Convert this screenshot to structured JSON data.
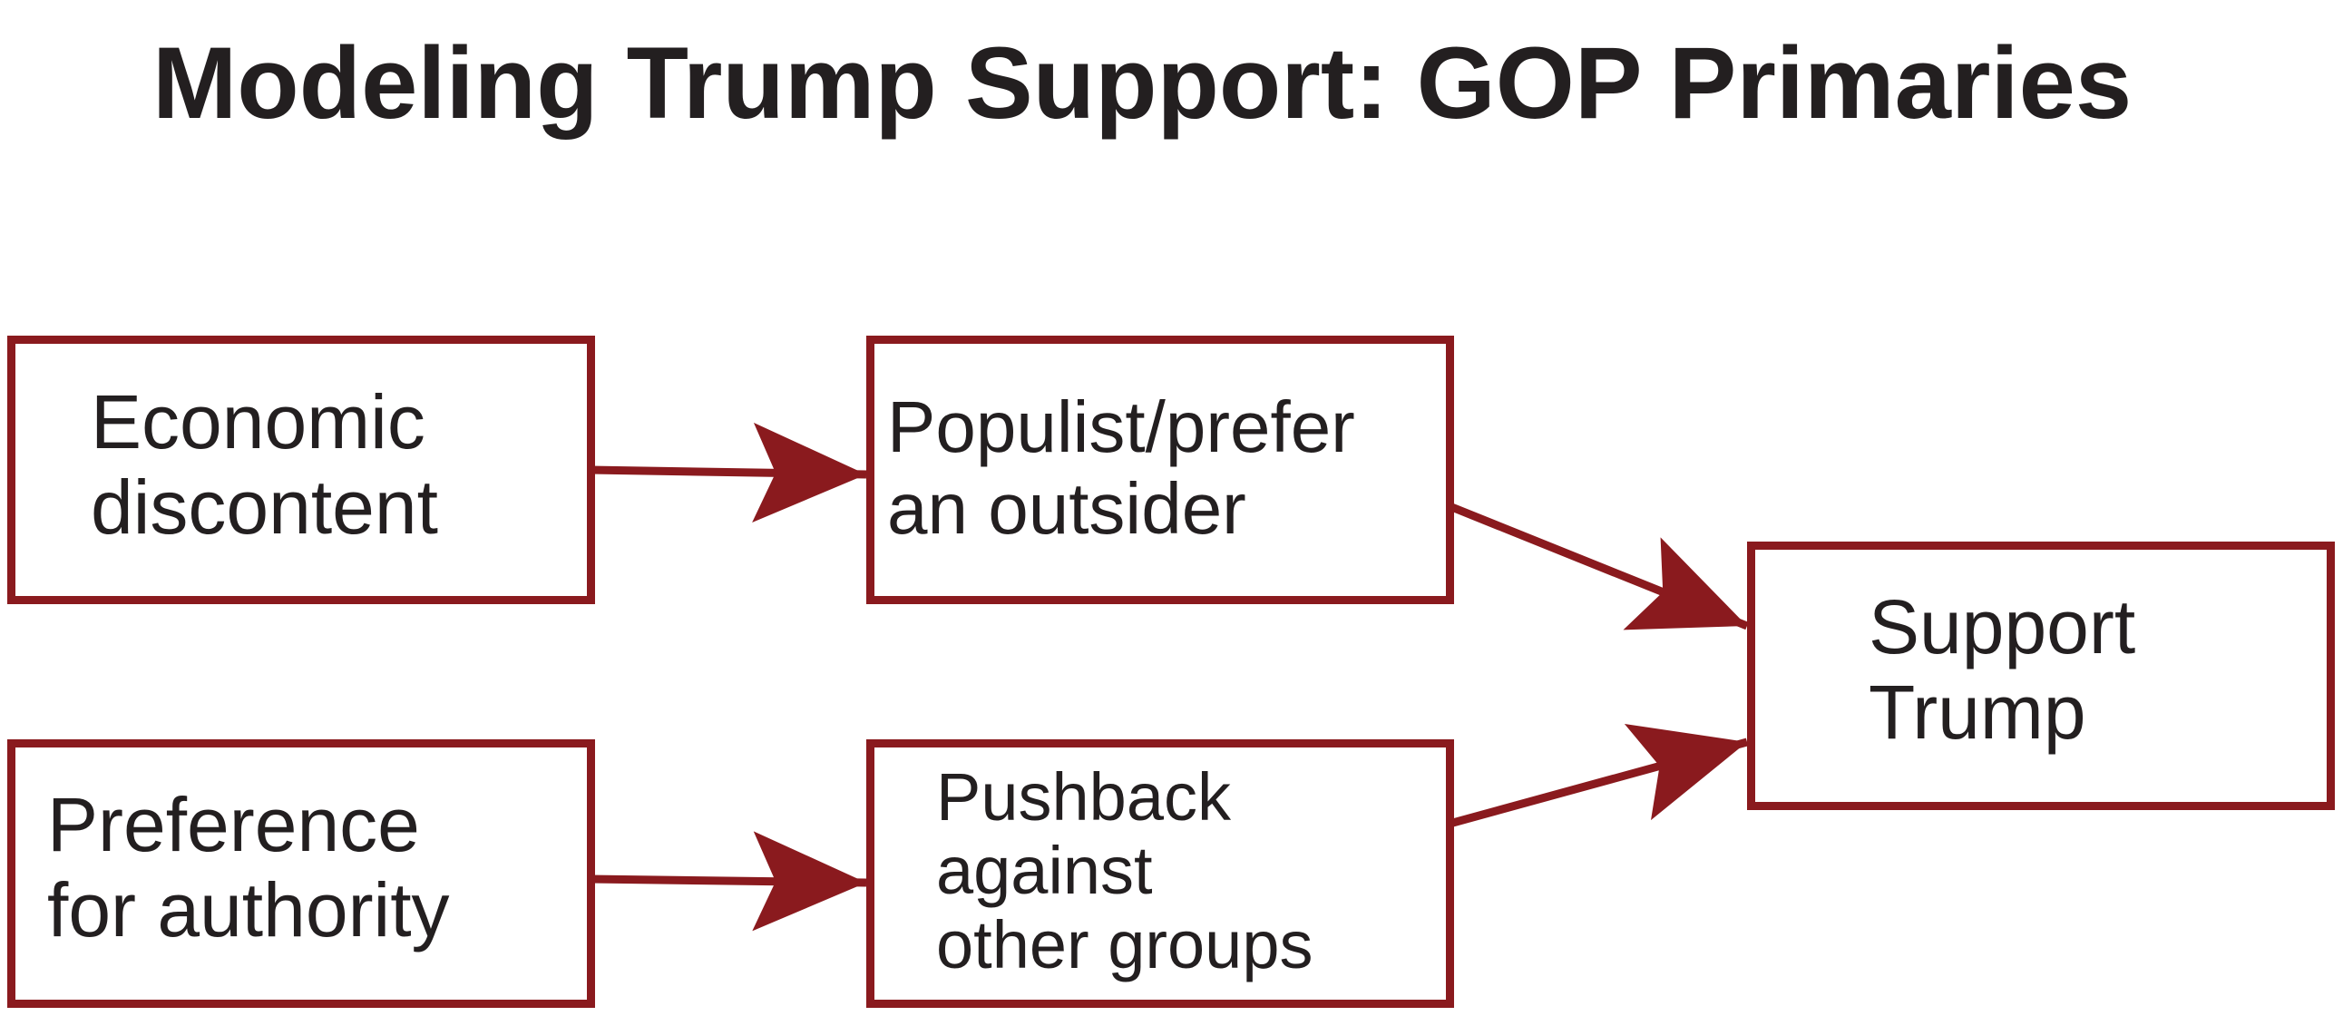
{
  "title": "Modeling Trump Support: GOP Primaries",
  "colors": {
    "accent": "#8a1a1e",
    "text": "#231f20",
    "background": "#ffffff"
  },
  "nodes": {
    "economic_discontent": {
      "lines": [
        "Economic",
        "discontent"
      ]
    },
    "preference_for_authority": {
      "lines": [
        "Preference",
        "for authority"
      ]
    },
    "populist_outsider": {
      "lines": [
        "Populist/prefer",
        "an outsider"
      ]
    },
    "pushback_groups": {
      "lines": [
        "Pushback",
        "against",
        "other groups"
      ]
    },
    "support_trump": {
      "lines": [
        "Support",
        "Trump"
      ]
    }
  },
  "edges": [
    {
      "from": "economic_discontent",
      "to": "populist_outsider"
    },
    {
      "from": "preference_for_authority",
      "to": "pushback_groups"
    },
    {
      "from": "populist_outsider",
      "to": "support_trump"
    },
    {
      "from": "pushback_groups",
      "to": "support_trump"
    }
  ]
}
